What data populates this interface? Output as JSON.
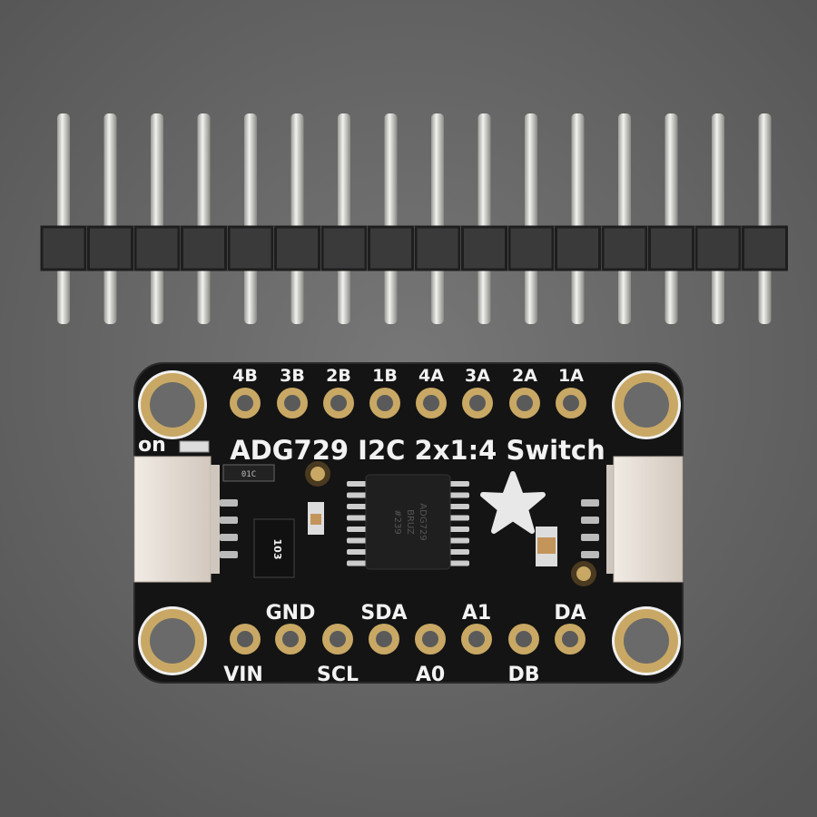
{
  "colors": {
    "background": "#6b6b6b",
    "pcb": "#141414",
    "gold": "#c8a864",
    "silkscreen": "#f2f2f2",
    "header_plastic": "#3a3a3a",
    "pin_metal": "#d8d8d4",
    "connector": "#e8dfd6"
  },
  "header": {
    "pin_count": 16
  },
  "board": {
    "title": "ADG729 I2C 2x1:4 Switch",
    "power_led_label": "on",
    "top_pin_labels": [
      "4B",
      "3B",
      "2B",
      "1B",
      "4A",
      "3A",
      "2A",
      "1A"
    ],
    "bottom_pin_labels_upper": [
      "GND",
      "SDA",
      "A1",
      "DA"
    ],
    "bottom_pin_labels_lower": [
      "VIN",
      "SCL",
      "A0",
      "DB"
    ],
    "chip_marking": [
      "ADG729",
      "BRUZ",
      "#239"
    ],
    "resistor_network_marking": "103",
    "small_resistor_marking": "01C",
    "logo": "adafruit-flower-icon"
  }
}
